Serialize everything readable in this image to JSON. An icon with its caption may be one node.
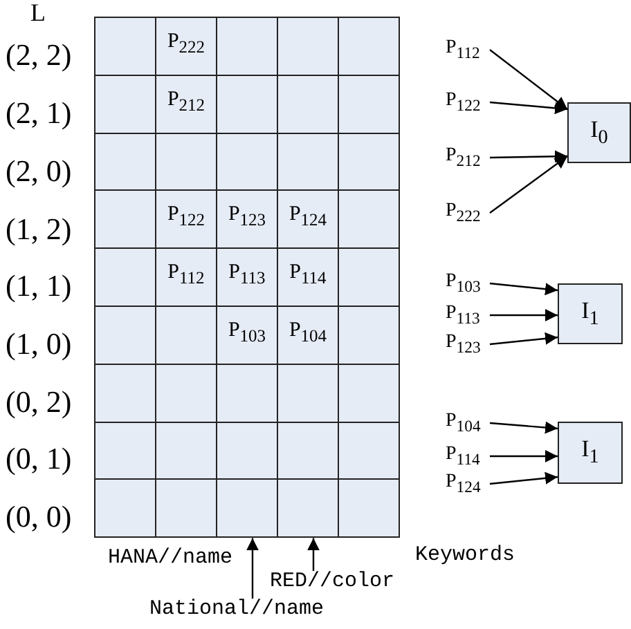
{
  "diagram": {
    "nodes": [
      {
        "text": [],
        "shape": "box"
      },
      {
        "text": [
          "P$_{222}$"
        ]
      },
      {
        "text": [],
        "shape": "box"
      },
      {
        "text": [],
        "shape": "box"
      },
      {
        "text": [],
        "shape": "box"
      },
      {
        "text": [],
        "shape": "box"
      },
      {
        "text": [
          "P$_{212}$"
        ]
      },
      {
        "text": [],
        "shape": "box"
      },
      {
        "text": [],
        "shape": "box"
      },
      {
        "text": [],
        "shape": "box"
      },
      {
        "text": [],
        "shape": "box"
      },
      {
        "text": [],
        "shape": "box"
      },
      {
        "text": [],
        "shape": "box"
      },
      {
        "text": [],
        "shape": "box"
      },
      {
        "text": [],
        "shape": "box"
      },
      {
        "text": [],
        "shape": "box"
      },
      {
        "text": [
          "P$_{122}$"
        ]
      },
      {
        "text": [
          "P$_{123}$"
        ]
      },
      {
        "text": [
          "P$_{124}$"
        ]
      },
      {
        "text": [],
        "shape": "box"
      },
      {
        "text": [],
        "shape": "box"
      },
      {
        "text": [
          "P$_{112}$"
        ]
      },
      {
        "text": [
          "P$_{113}$"
        ]
      },
      {
        "text": [
          "P$_{114}$"
        ]
      },
      {
        "text": [],
        "shape": "box"
      },
      {
        "text": [],
        "shape": "box"
      },
      {
        "text": [],
        "shape": "box"
      },
      {
        "text": [
          "P$_{103}$"
        ]
      },
      {
        "text": [
          "P$_{104}$"
        ]
      },
      {
        "text": [],
        "shape": "box"
      },
      {
        "text": [],
        "shape": "box"
      },
      {
        "text": [],
        "shape": "box"
      },
      {
        "text": [],
        "shape": "box"
      },
      {
        "text": [],
        "shape": "box"
      },
      {
        "text": [],
        "shape": "box"
      },
      {
        "text": [],
        "shape": "box"
      },
      {
        "text": [],
        "shape": "box"
      },
      {
        "text": [],
        "shape": "box"
      },
      {
        "text": [],
        "shape": "box"
      },
      {
        "text": [],
        "shape": "box"
      },
      {
        "text": [],
        "shape": "box"
      },
      {
        "text": [],
        "shape": "box"
      },
      {
        "text": [],
        "shape": "box"
      },
      {
        "text": [],
        "shape": "box"
      },
      {
        "text": [],
        "shape": "box"
      },
      {
        "text": [
          "P$_{112}$"
        ]
      },
      {
        "text": [
          "P$_{122}$"
        ]
      },
      {
        "text": [
          "P$_{212}$"
        ]
      },
      {
        "text": [
          "P$_{222}$"
        ]
      },
      {
        "text": [
          "I$_{0}$"
        ]
      },
      {
        "text": [
          "P$_{103}$"
        ]
      },
      {
        "text": [
          "P$_{113}$"
        ]
      },
      {
        "text": [
          "P$_{123}$"
        ]
      },
      {
        "text": [
          "I$_{1}$"
        ]
      },
      {
        "text": [
          "P$_{104}$"
        ]
      },
      {
        "text": [
          "P$_{114}$"
        ]
      },
      {
        "text": [
          "P$_{124}$"
        ]
      },
      {
        "text": [
          "I$_{1}$"
        ]
      },
      {
        "text": [
          "National//name"
        ]
      },
      {
        "text": [
          "RED//color"
        ]
      }
    ],
    "edges": [
      {
        "from": 45,
        "to": 49,
        "arrow": "to"
      },
      {
        "from": 46,
        "to": 49,
        "arrow": "to"
      },
      {
        "from": 47,
        "to": 49,
        "arrow": "to"
      },
      {
        "from": 48,
        "to": 49,
        "arrow": "to"
      },
      {
        "from": 50,
        "to": 53,
        "arrow": "to"
      },
      {
        "from": 51,
        "to": 53,
        "arrow": "to"
      },
      {
        "from": 52,
        "to": 53,
        "arrow": "to"
      },
      {
        "from": 54,
        "to": 57,
        "arrow": "to"
      },
      {
        "from": 55,
        "to": 57,
        "arrow": "to"
      },
      {
        "from": 56,
        "to": 57,
        "arrow": "to"
      },
      {
        "from": 58,
        "to": 42,
        "arrow": "to"
      },
      {
        "from": 59,
        "to": 43,
        "arrow": "to"
      }
    ],
    "labels": [
      "L",
      "(2, 2)",
      "(2, 1)",
      "(2, 0)",
      "(1, 2)",
      "(1, 1)",
      "(1, 0)",
      "(0, 2)",
      "(0, 1)",
      "(0, 0)",
      "HANA//name",
      "Keywords"
    ]
  }
}
